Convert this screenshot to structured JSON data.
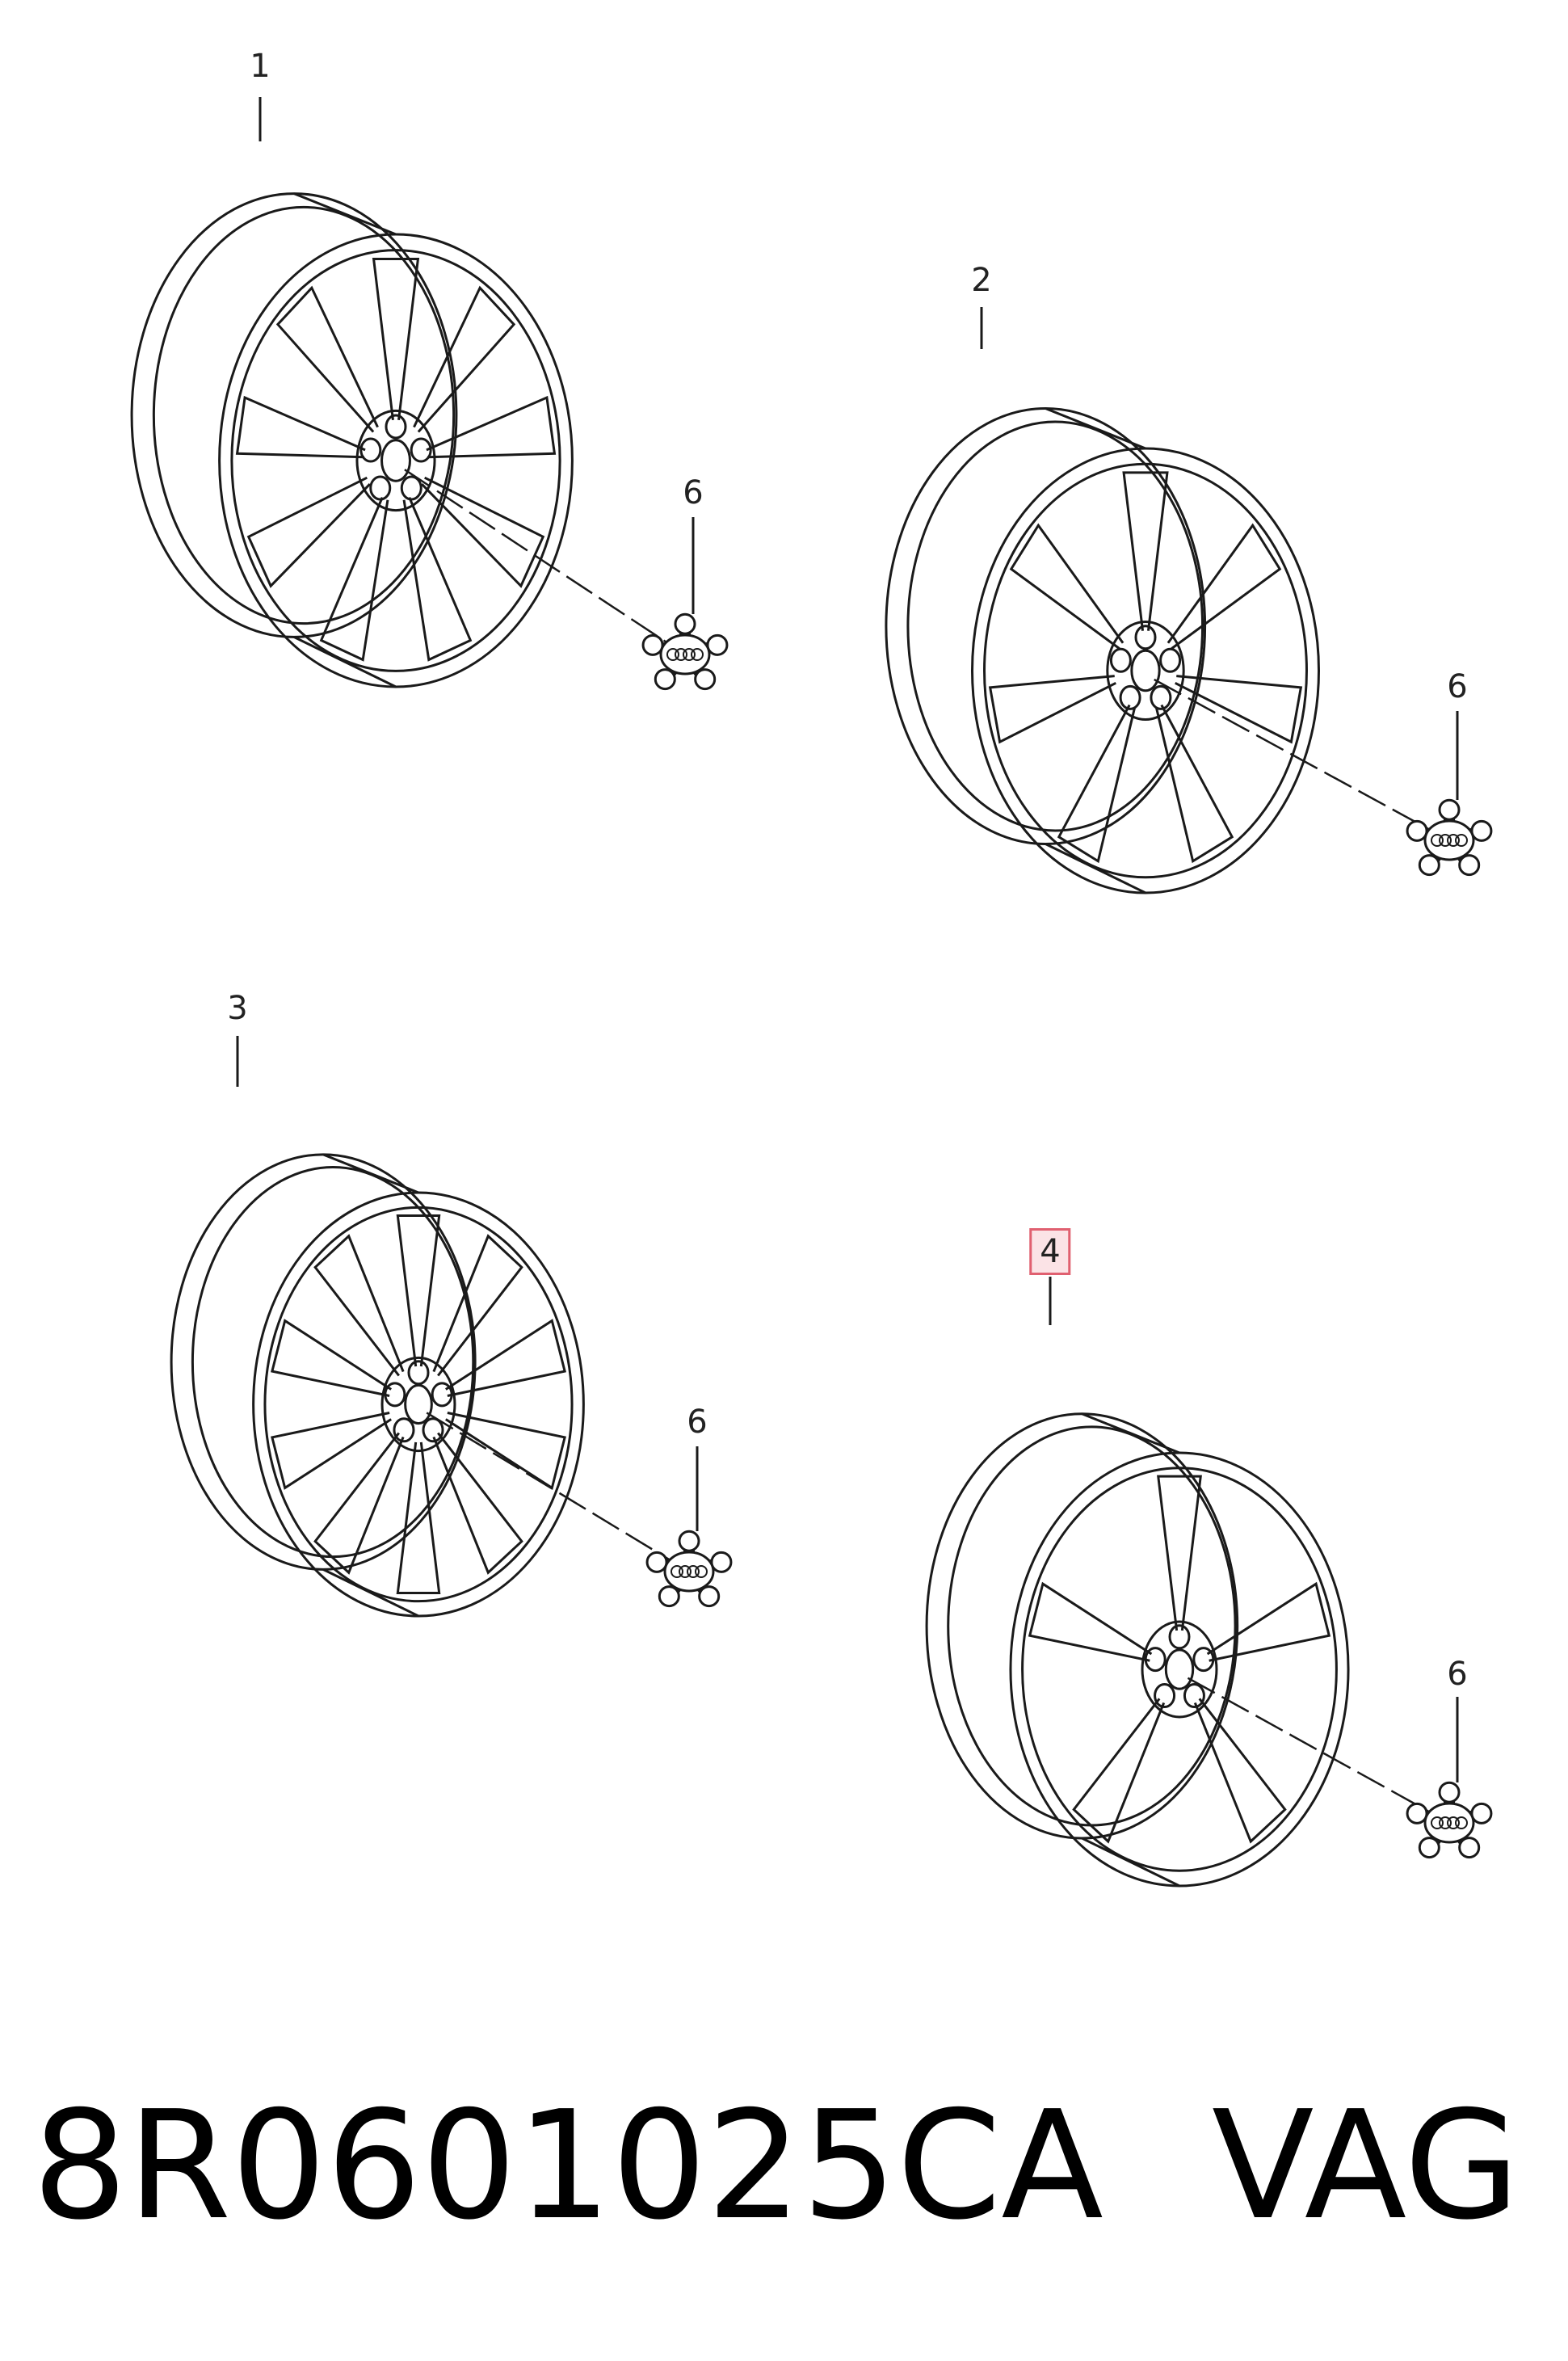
{
  "diagram": {
    "wheels": [
      {
        "callout": "1",
        "spokes": 9,
        "bolts": 5,
        "highlighted": false
      },
      {
        "callout": "2",
        "spokes": 7,
        "bolts": 5,
        "highlighted": false
      },
      {
        "callout": "3",
        "spokes": 10,
        "bolts": 5,
        "highlighted": false
      },
      {
        "callout": "4",
        "spokes": 5,
        "bolts": 5,
        "highlighted": true
      }
    ],
    "center_caps": [
      {
        "callout": "6"
      },
      {
        "callout": "6"
      },
      {
        "callout": "6"
      },
      {
        "callout": "6"
      }
    ],
    "highlight_color": "#e06070",
    "highlight_fill": "#fbe3e6",
    "line_color": "#1a1a1a"
  },
  "footer": {
    "part_number": "8R0601025CA",
    "brand": "VAG"
  }
}
